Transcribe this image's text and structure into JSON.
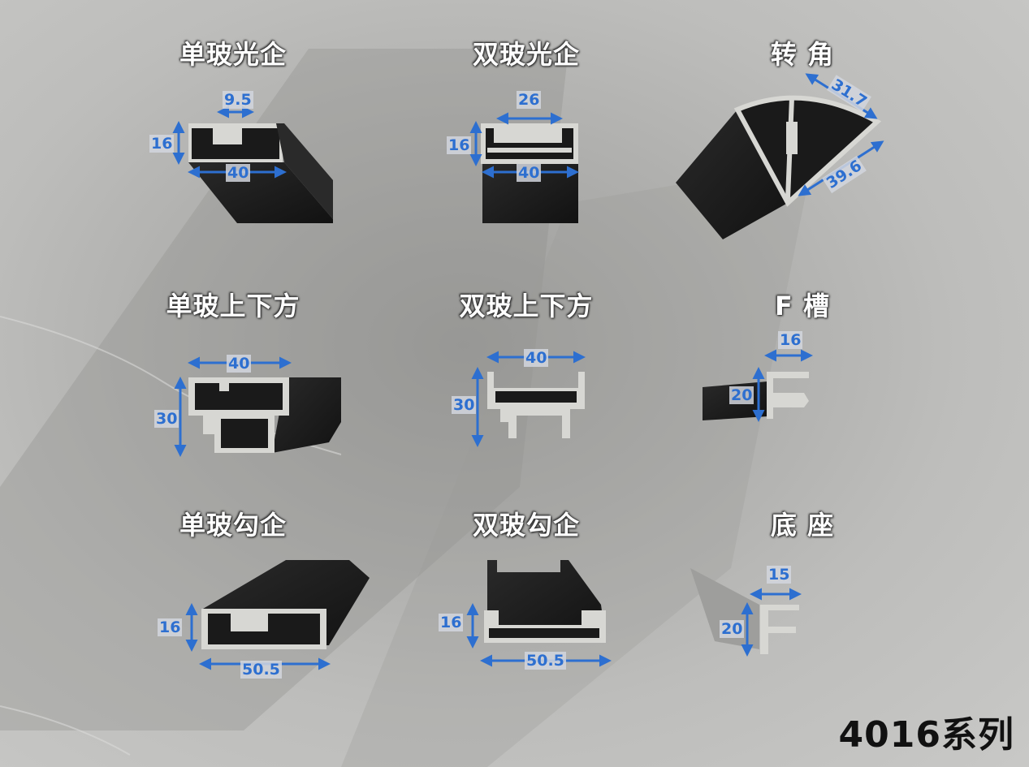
{
  "colors": {
    "dimension": "#2d6fd0",
    "profile": "#1b1b1b",
    "metal": "#d8d8d4",
    "title": "#ffffff",
    "series": "#111111"
  },
  "series_label": "4016系列",
  "profiles": [
    {
      "title": "单玻光企",
      "dims": [
        "9.5",
        "16",
        "40"
      ]
    },
    {
      "title": "双玻光企",
      "dims": [
        "26",
        "16",
        "40"
      ]
    },
    {
      "title": "转 角",
      "dims": [
        "31.7",
        "39.6"
      ]
    },
    {
      "title": "单玻上下方",
      "dims": [
        "40",
        "30"
      ]
    },
    {
      "title": "双玻上下方",
      "dims": [
        "40",
        "30"
      ]
    },
    {
      "title": "F 槽",
      "dims": [
        "16",
        "20"
      ]
    },
    {
      "title": "单玻勾企",
      "dims": [
        "16",
        "50.5"
      ]
    },
    {
      "title": "双玻勾企",
      "dims": [
        "16",
        "50.5"
      ]
    },
    {
      "title": "底 座",
      "dims": [
        "15",
        "20"
      ]
    }
  ]
}
